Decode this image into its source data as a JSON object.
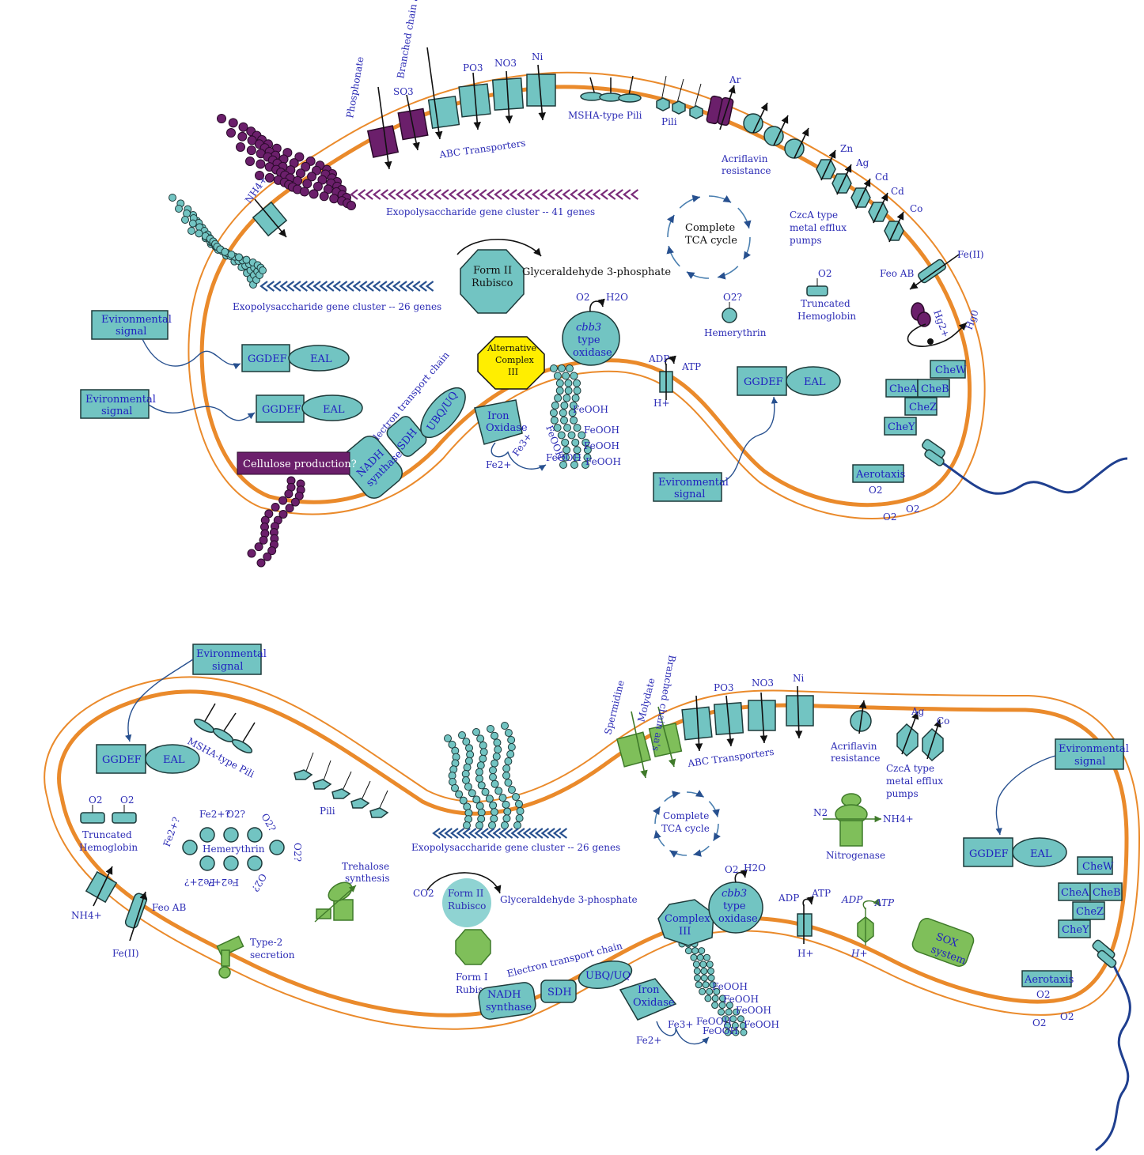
{
  "top": {
    "transporters_label": "ABC Transporters",
    "phosphonate": "Phosphonate",
    "so3": "SO3",
    "branched": "Branched chain aa's",
    "po3": "PO3",
    "no3": "NO3",
    "ni": "Ni",
    "msha": "MSHA-type Pili",
    "pili": "Pili",
    "ar": "Ar",
    "acriflavin": [
      "Acriflavin",
      "resistance"
    ],
    "metals": [
      "Zn",
      "Ag",
      "Cd",
      "Cd",
      "Co"
    ],
    "czca": [
      "CzcA type",
      "metal efflux",
      "pumps"
    ],
    "fe2": "Fe(II)",
    "feoab": "Feo AB",
    "hg2": "Hg2+",
    "hg0": "Hg0",
    "nh4": "NH4+",
    "eps41": "Exopolysaccharide gene cluster -- 41 genes",
    "eps26": "Exopolysaccharide gene cluster -- 26 genes",
    "tca": [
      "Complete",
      "TCA cycle"
    ],
    "rubisco": [
      "Form II",
      "Rubisco"
    ],
    "g3p": "Glyceraldehyde 3-phosphate",
    "o2": "O2",
    "h2o": "H2O",
    "hemerythrin": "Hemerythrin",
    "o2q": "O2?",
    "trunc_hb": [
      "Truncated",
      "Hemoglobin"
    ],
    "env_signal": [
      "Evironmental",
      "signal"
    ],
    "ggdef": "GGDEF",
    "eal": "EAL",
    "alt_complex": [
      "Alternative",
      "Complex",
      "III"
    ],
    "cbb3": [
      "cbb3",
      "type",
      "oxidase"
    ],
    "adp": "ADP",
    "atp": "ATP",
    "hplus": "H+",
    "etc": "Electron transport chain",
    "iron_ox": [
      "Iron",
      "Oxidase"
    ],
    "feooh": "FeOOH",
    "fe2plus": "Fe2+",
    "fe3plus": "Fe3+",
    "nadh": [
      "NADH",
      "synthase"
    ],
    "sdh": "SDH",
    "ubq": "UBQ/UQ",
    "cellulose": "Cellulose production?",
    "che": [
      "CheW",
      "CheA",
      "CheB",
      "CheZ",
      "CheY"
    ],
    "aerotaxis": "Aerotaxis"
  },
  "bottom": {
    "env_signal": [
      "Evironmental",
      "signal"
    ],
    "ggdef": "GGDEF",
    "eal": "EAL",
    "msha": "MSHA-type Pili",
    "pili": "Pili",
    "spermidine": "Spermidine",
    "molydate": "Molydate",
    "branched": "Branched chain aa's",
    "po3": "PO3",
    "no3": "NO3",
    "ni": "Ni",
    "transporters_label": "ABC Transporters",
    "acriflavin": [
      "Acriflavin",
      "resistance"
    ],
    "ag": "Ag",
    "co": "Co",
    "czca": [
      "CzcA type",
      "metal efflux",
      "pumps"
    ],
    "trunc_hb": [
      "Truncated",
      "Hemoglobin"
    ],
    "hemerythrin": "Hemerythrin",
    "o2q": "O2?",
    "fe2q": "Fe2+?",
    "eps26": "Exopolysaccharide gene cluster -- 26 genes",
    "tca": [
      "Complete",
      "TCA cycle"
    ],
    "n2": "N2",
    "nh4": "NH4+",
    "nitrogenase": "Nitrogenase",
    "trehalose": [
      "Trehalose",
      "synthesis"
    ],
    "co2": "CO2",
    "rubisco2": [
      "Form II",
      "Rubisco"
    ],
    "rubisco1": [
      "Form I",
      "Rubisco"
    ],
    "g3p": "Glyceraldehyde 3-phosphate",
    "nh4b": "NH4+",
    "feoab": "Feo AB",
    "fe2": "Fe(II)",
    "type2": [
      "Type-2",
      "secretion"
    ],
    "etc": "Electron transport chain",
    "nadh": [
      "NADH",
      "synthase"
    ],
    "sdh": "SDH",
    "ubq": "UBQ/UQ",
    "iron_ox": [
      "Iron",
      "Oxidase"
    ],
    "fe2plus": "Fe2+",
    "fe3plus": "Fe3+",
    "feooh": "FeOOH",
    "complex3": [
      "Complex",
      "III"
    ],
    "cbb3": [
      "cbb3",
      "type",
      "oxidase"
    ],
    "o2": "O2",
    "h2o": "H2O",
    "adp": "ADP",
    "atp": "ATP",
    "hplus": "H+",
    "sox": [
      "SOX",
      "system"
    ],
    "che": [
      "CheW",
      "CheA",
      "CheB",
      "CheZ",
      "CheY"
    ],
    "aerotaxis": "Aerotaxis"
  },
  "colors": {
    "membrane": "#ea8a2b",
    "teal": "#72c4c2",
    "purple": "#6b1f6b",
    "green": "#7fbf5a",
    "label_blue": "#2b2bb5",
    "flagellum": "#1f3f8f",
    "alt_complex_yellow": "#ffee00"
  }
}
